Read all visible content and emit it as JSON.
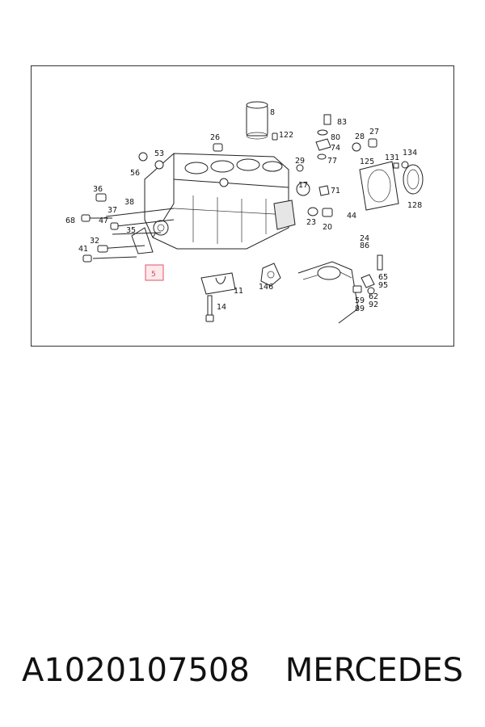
{
  "diagram": {
    "callouts": [
      "8",
      "122",
      "26",
      "83",
      "80",
      "74",
      "77",
      "28",
      "27",
      "125",
      "131",
      "134",
      "128",
      "53",
      "56",
      "29",
      "17",
      "71",
      "44",
      "23",
      "20",
      "36",
      "38",
      "37",
      "68",
      "47",
      "35",
      "32",
      "41",
      "24",
      "86",
      "65",
      "95",
      "146",
      "59",
      "89",
      "62",
      "92",
      "14",
      "11"
    ],
    "highlighted_callout": "5"
  },
  "caption": {
    "part_number": "A1020107508",
    "brand": "MERCEDES"
  }
}
